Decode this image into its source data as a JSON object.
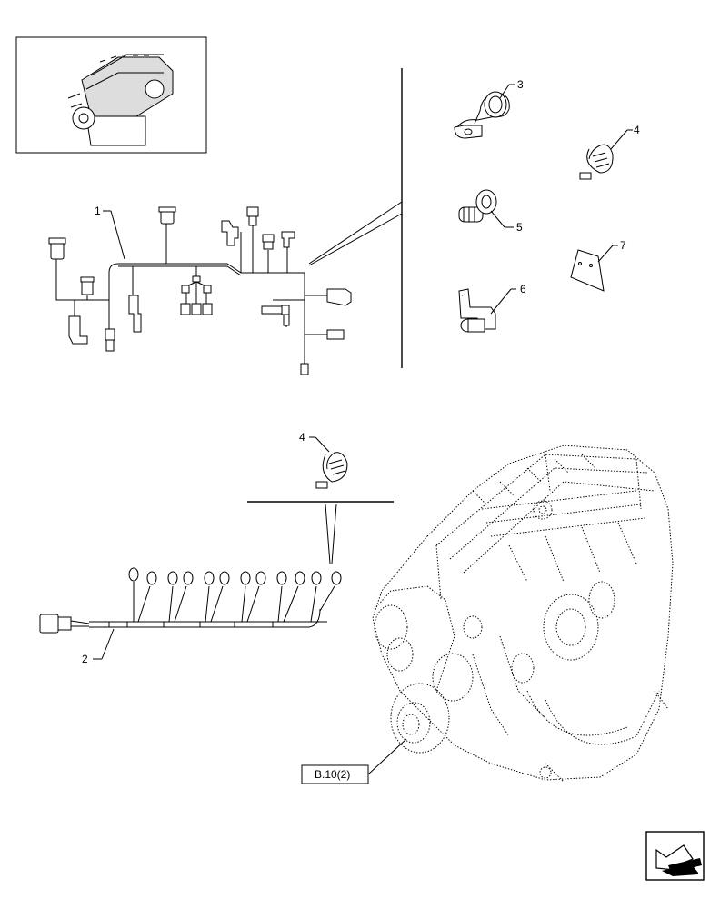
{
  "callouts": {
    "c1": "1",
    "c2": "2",
    "c3": "3",
    "c4a": "4",
    "c4b": "4",
    "c5": "5",
    "c6": "6",
    "c7": "7"
  },
  "reference": {
    "label": "B.10(2)"
  },
  "icons": {
    "thumbnail": "engine-thumbnail-icon",
    "nav": "next-page-arrow-icon"
  }
}
